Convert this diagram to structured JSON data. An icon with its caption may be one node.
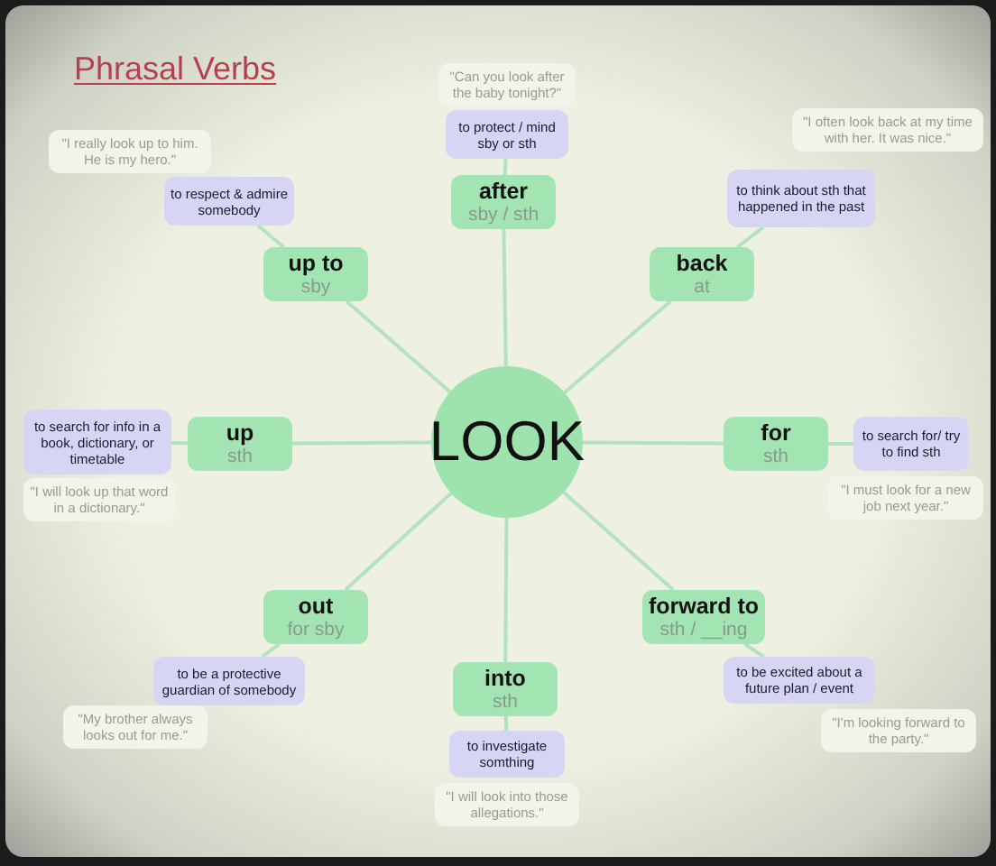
{
  "diagram": {
    "title": "Phrasal Verbs",
    "nodes": [
      {
        "text": [
          "LOOK"
        ]
      },
      {
        "text": [
          "after",
          "sby / sth"
        ]
      },
      {
        "text": [
          "to protect / mind sby or sth"
        ]
      },
      {
        "text": [
          "\"Can you look after the baby tonight?\""
        ]
      },
      {
        "text": [
          "back",
          "at"
        ]
      },
      {
        "text": [
          "to think about sth that happened in the past"
        ]
      },
      {
        "text": [
          "\"I often look back at my time with her. It was nice.\""
        ]
      },
      {
        "text": [
          "for",
          "sth"
        ]
      },
      {
        "text": [
          "to search for/ try to find sth"
        ]
      },
      {
        "text": [
          "\"I must look for a new job next year.\""
        ]
      },
      {
        "text": [
          "forward to",
          "sth / __ing"
        ]
      },
      {
        "text": [
          "to be excited about a future plan / event"
        ]
      },
      {
        "text": [
          "\"I'm looking forward to the party.\""
        ]
      },
      {
        "text": [
          "into",
          "sth"
        ]
      },
      {
        "text": [
          "to investigate somthing"
        ]
      },
      {
        "text": [
          "\"I will look into those allegations.\""
        ]
      },
      {
        "text": [
          "out",
          "for sby"
        ]
      },
      {
        "text": [
          "to be a protective guardian of somebody"
        ]
      },
      {
        "text": [
          "\"My brother always looks out for me.\""
        ]
      },
      {
        "text": [
          "up",
          "sth"
        ]
      },
      {
        "text": [
          "to search for info in a book, dictionary, or timetable"
        ]
      },
      {
        "text": [
          "\"I will look up that word in a dictionary.\""
        ]
      },
      {
        "text": [
          "up to",
          "sby"
        ]
      },
      {
        "text": [
          "to respect & admire somebody"
        ]
      },
      {
        "text": [
          "\"I really look up to him. He is my hero.\""
        ]
      }
    ],
    "edges": [
      {
        "from": 0,
        "to": 1,
        "arrow": "none"
      },
      {
        "from": 1,
        "to": 2,
        "arrow": "none"
      },
      {
        "from": 0,
        "to": 4,
        "arrow": "none"
      },
      {
        "from": 4,
        "to": 5,
        "arrow": "none"
      },
      {
        "from": 0,
        "to": 7,
        "arrow": "none"
      },
      {
        "from": 7,
        "to": 8,
        "arrow": "none"
      },
      {
        "from": 0,
        "to": 10,
        "arrow": "none"
      },
      {
        "from": 10,
        "to": 11,
        "arrow": "none"
      },
      {
        "from": 0,
        "to": 13,
        "arrow": "none"
      },
      {
        "from": 13,
        "to": 14,
        "arrow": "none"
      },
      {
        "from": 0,
        "to": 16,
        "arrow": "none"
      },
      {
        "from": 16,
        "to": 17,
        "arrow": "none"
      },
      {
        "from": 0,
        "to": 19,
        "arrow": "none"
      },
      {
        "from": 19,
        "to": 20,
        "arrow": "none"
      },
      {
        "from": 0,
        "to": 22,
        "arrow": "none"
      },
      {
        "from": 22,
        "to": 23,
        "arrow": "none"
      }
    ]
  }
}
